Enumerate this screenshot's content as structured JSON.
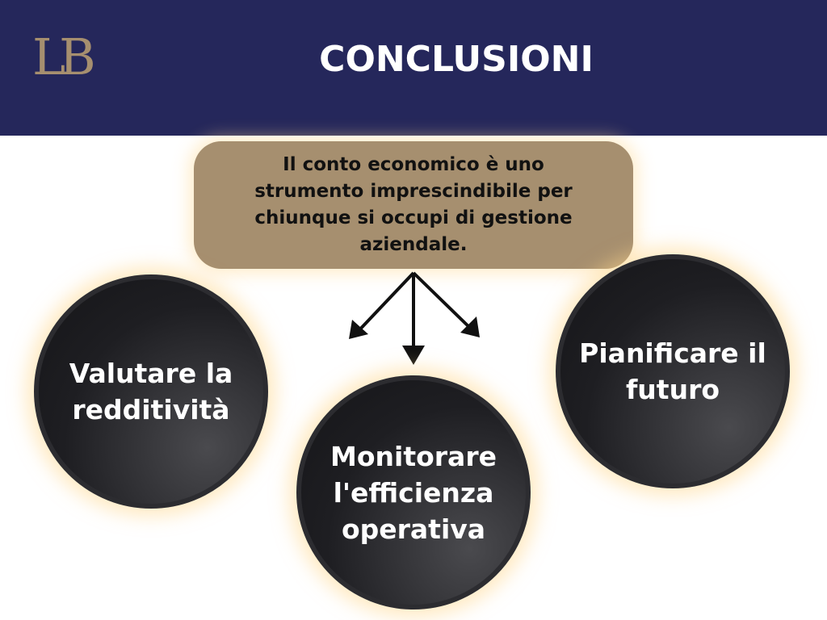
{
  "logo": "LB",
  "title": "CONCLUSIONI",
  "statement": "Il conto economico è uno strumento imprescindibile per chiunque si occupi di gestione aziendale.",
  "circles": [
    "Valutare la redditività",
    "Monitorare l'efficienza operativa",
    "Pianificare il futuro"
  ],
  "colors": {
    "header": "#25275b",
    "accent": "#a68f6f",
    "circle": "#1e1e22"
  }
}
